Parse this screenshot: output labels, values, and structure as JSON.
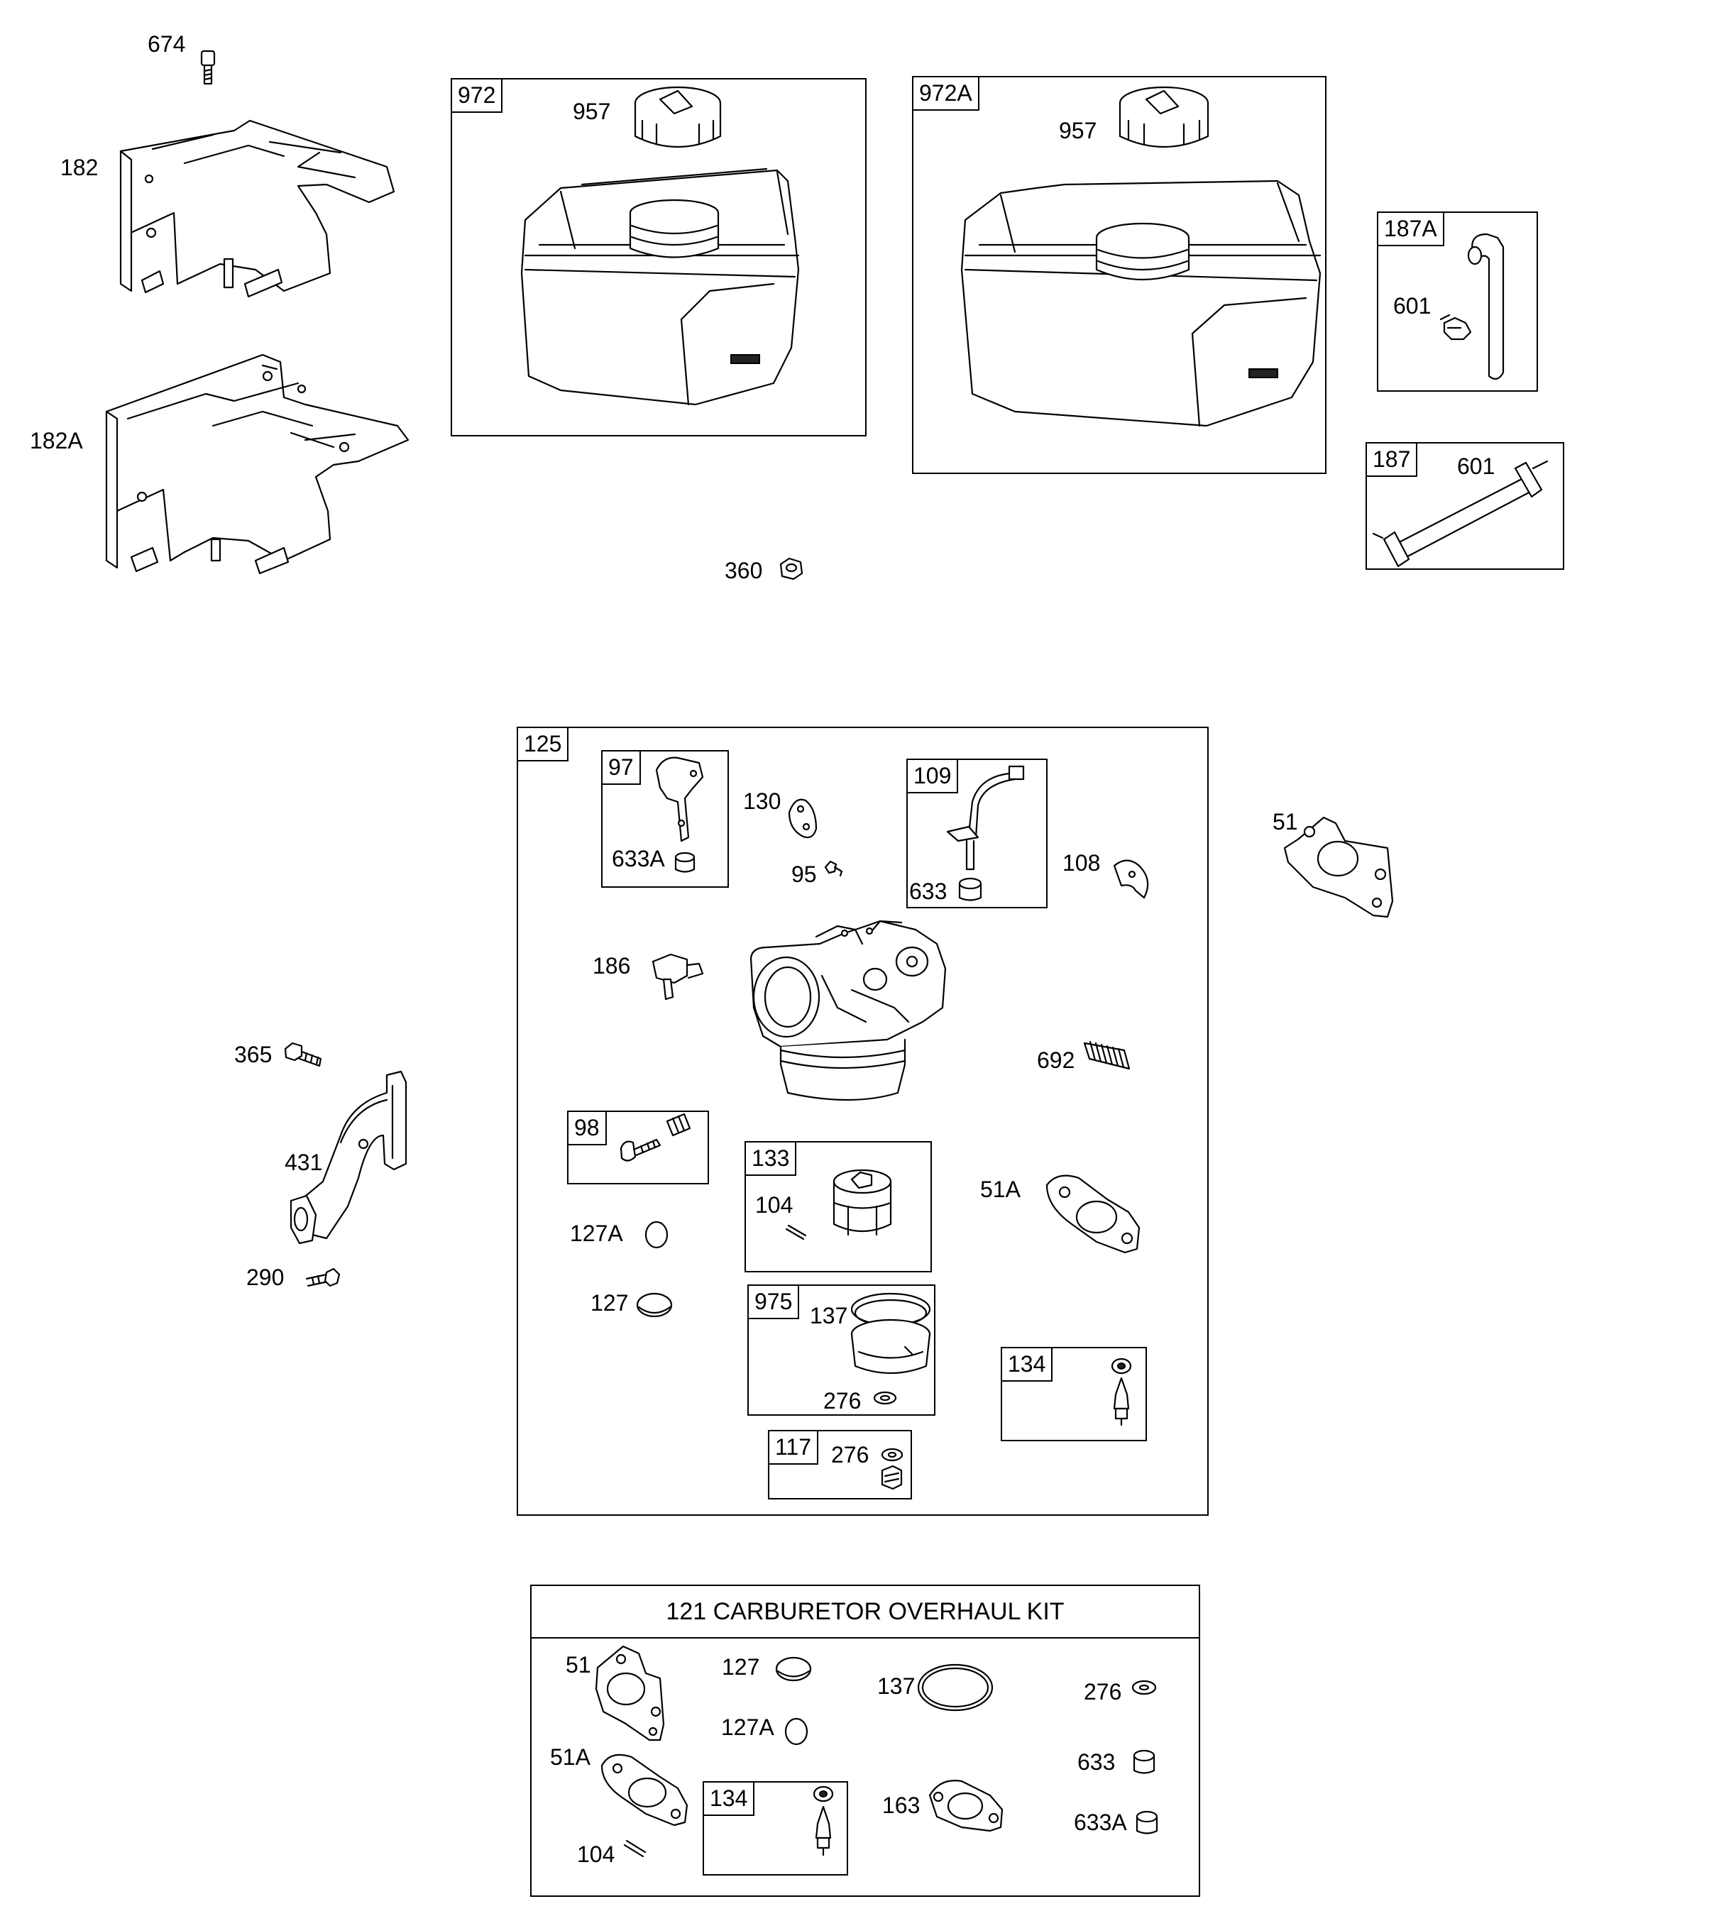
{
  "frames": {
    "f972": "972",
    "f972a": "972A",
    "f187a": "187A",
    "f187": "187",
    "f125": "125",
    "f97": "97",
    "f109": "109",
    "f98": "98",
    "f133": "133",
    "f975": "975",
    "f134": "134",
    "f117": "117",
    "kit134": "134"
  },
  "labels": {
    "p674": "674",
    "p182": "182",
    "p182a": "182A",
    "p957a": "957",
    "p957b": "957",
    "p601a": "601",
    "p601b": "601",
    "p360": "360",
    "p130": "130",
    "p633a": "633A",
    "p95": "95",
    "p633": "633",
    "p108": "108",
    "p51": "51",
    "p186": "186",
    "p365": "365",
    "p692": "692",
    "p431": "431",
    "p290": "290",
    "p104": "104",
    "p51a": "51A",
    "p127a": "127A",
    "p127": "127",
    "p137": "137",
    "p276a": "276",
    "p276b": "276"
  },
  "kit": {
    "title": "121 CARBURETOR OVERHAUL KIT",
    "k51": "51",
    "k127": "127",
    "k137": "137",
    "k276": "276",
    "k127a": "127A",
    "k51a": "51A",
    "k633": "633",
    "k163": "163",
    "k633a": "633A",
    "k104": "104"
  }
}
